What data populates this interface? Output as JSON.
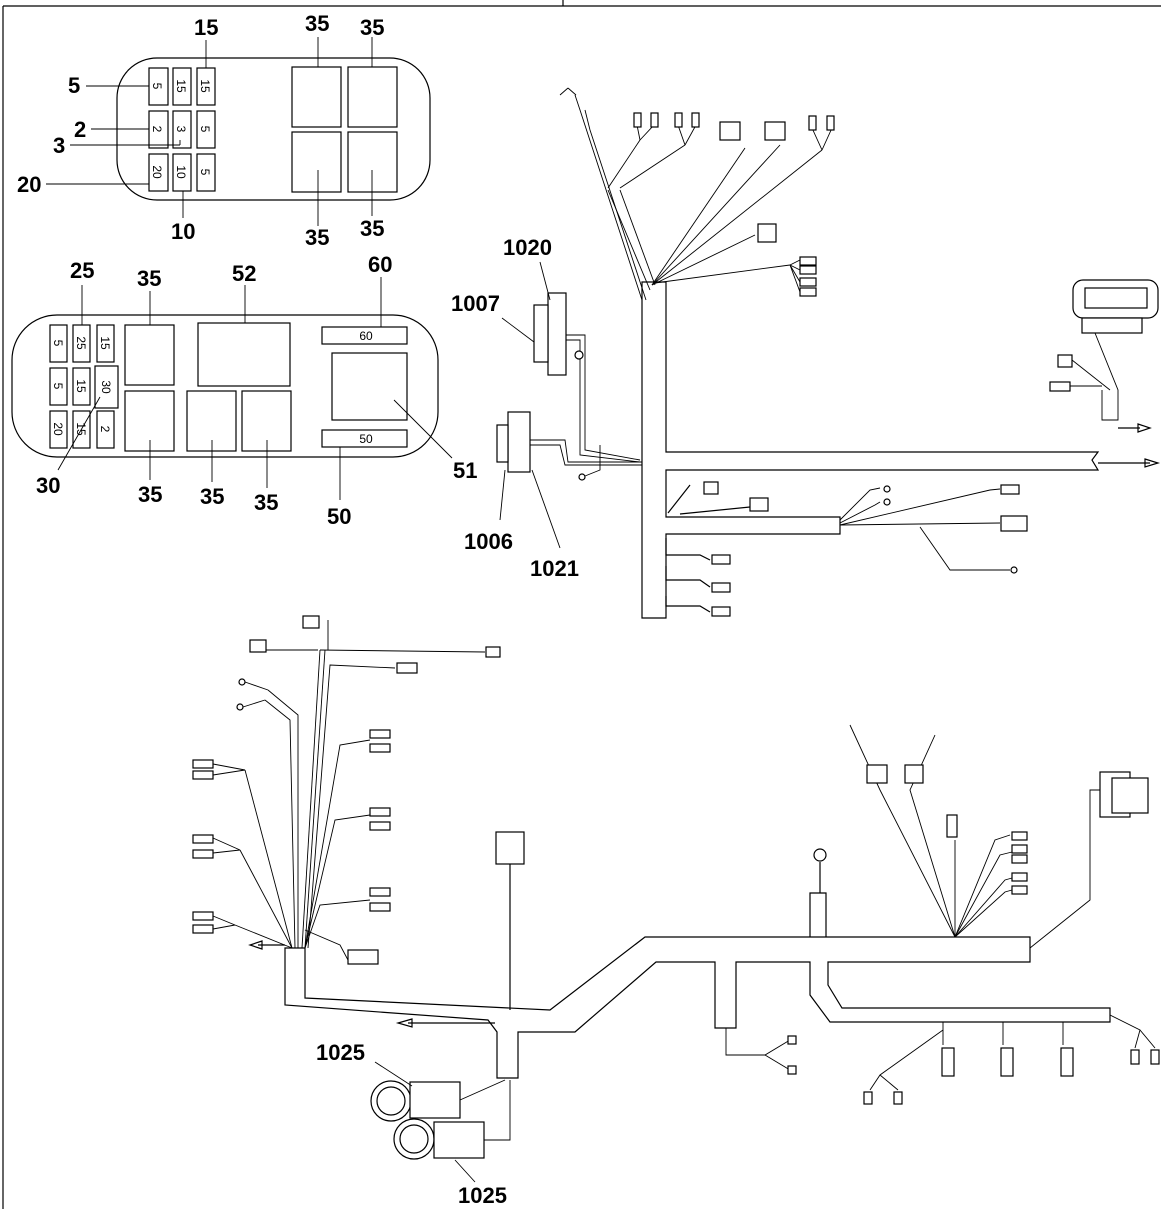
{
  "fuse_box_upper": {
    "callouts": {
      "c15": "15",
      "c35a": "35",
      "c35b": "35",
      "c5": "5",
      "c2": "2",
      "c3": "3",
      "c20": "20",
      "c10": "10",
      "c35c": "35",
      "c35d": "35"
    },
    "fuses": {
      "r1c1": "5",
      "r1c2": "15",
      "r1c3": "15",
      "r2c1": "2",
      "r2c2": "3",
      "r2c3": "5",
      "r3c1": "20",
      "r3c2": "10",
      "r3c3": "5"
    }
  },
  "fuse_box_lower": {
    "callouts": {
      "c25": "25",
      "c35a": "35",
      "c52": "52",
      "c60": "60",
      "c30": "30",
      "c35b": "35",
      "c35c": "35",
      "c35d": "35",
      "c50": "50",
      "c51": "51"
    },
    "fuses": {
      "r1c1": "5",
      "r1c2": "25",
      "r1c3": "15",
      "r2c1": "5",
      "r2c2": "15",
      "r2c3": "30",
      "r3c1": "20",
      "r3c2": "15",
      "r3c3": "2",
      "relay60": "60",
      "relay50": "50"
    }
  },
  "harness_callouts": {
    "c1020": "1020",
    "c1007": "1007",
    "c1006": "1006",
    "c1021": "1021",
    "c1025a": "1025",
    "c1025b": "1025"
  }
}
